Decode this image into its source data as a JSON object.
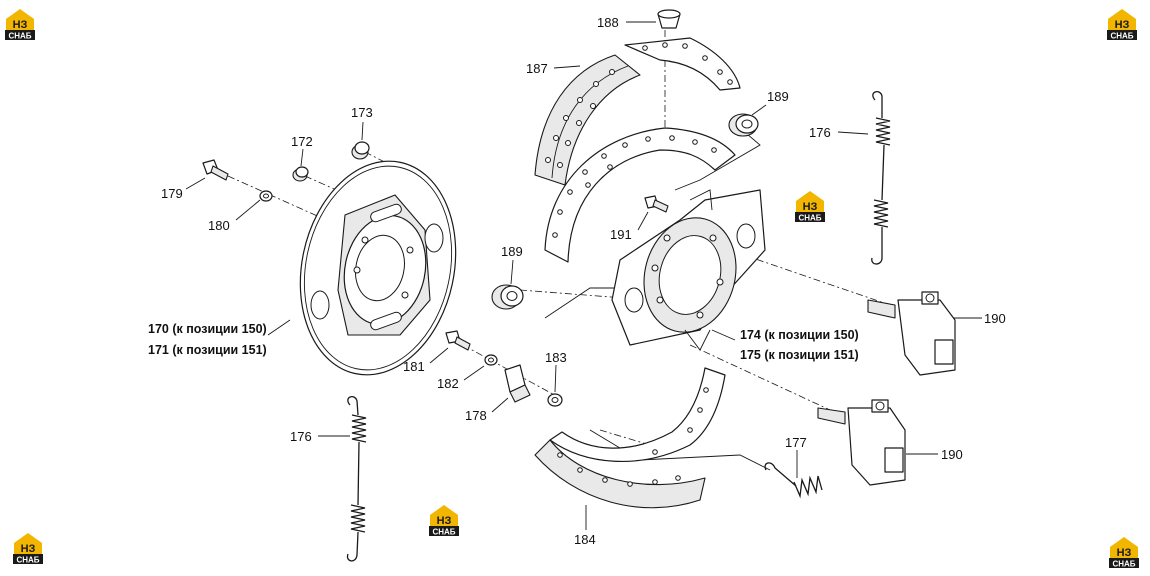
{
  "logo": {
    "mark": "НЗ",
    "word": "СНАБ",
    "color_yellow": "#f2b600",
    "color_black": "#1a1a1a"
  },
  "labels": {
    "p188": "188",
    "p187": "187",
    "p189a": "189",
    "p189b": "189",
    "p176a": "176",
    "p176b": "176",
    "p173": "173",
    "p172": "172",
    "p179": "179",
    "p180": "180",
    "p191": "191",
    "p190a": "190",
    "p190b": "190",
    "p170": "170 (к позиции 150)",
    "p171": "171 (к позиции 151)",
    "p174": "174 (к позиции 150)",
    "p175": "175 (к позиции 151)",
    "p181": "181",
    "p182": "182",
    "p183": "183",
    "p178": "178",
    "p177": "177",
    "p184": "184"
  }
}
